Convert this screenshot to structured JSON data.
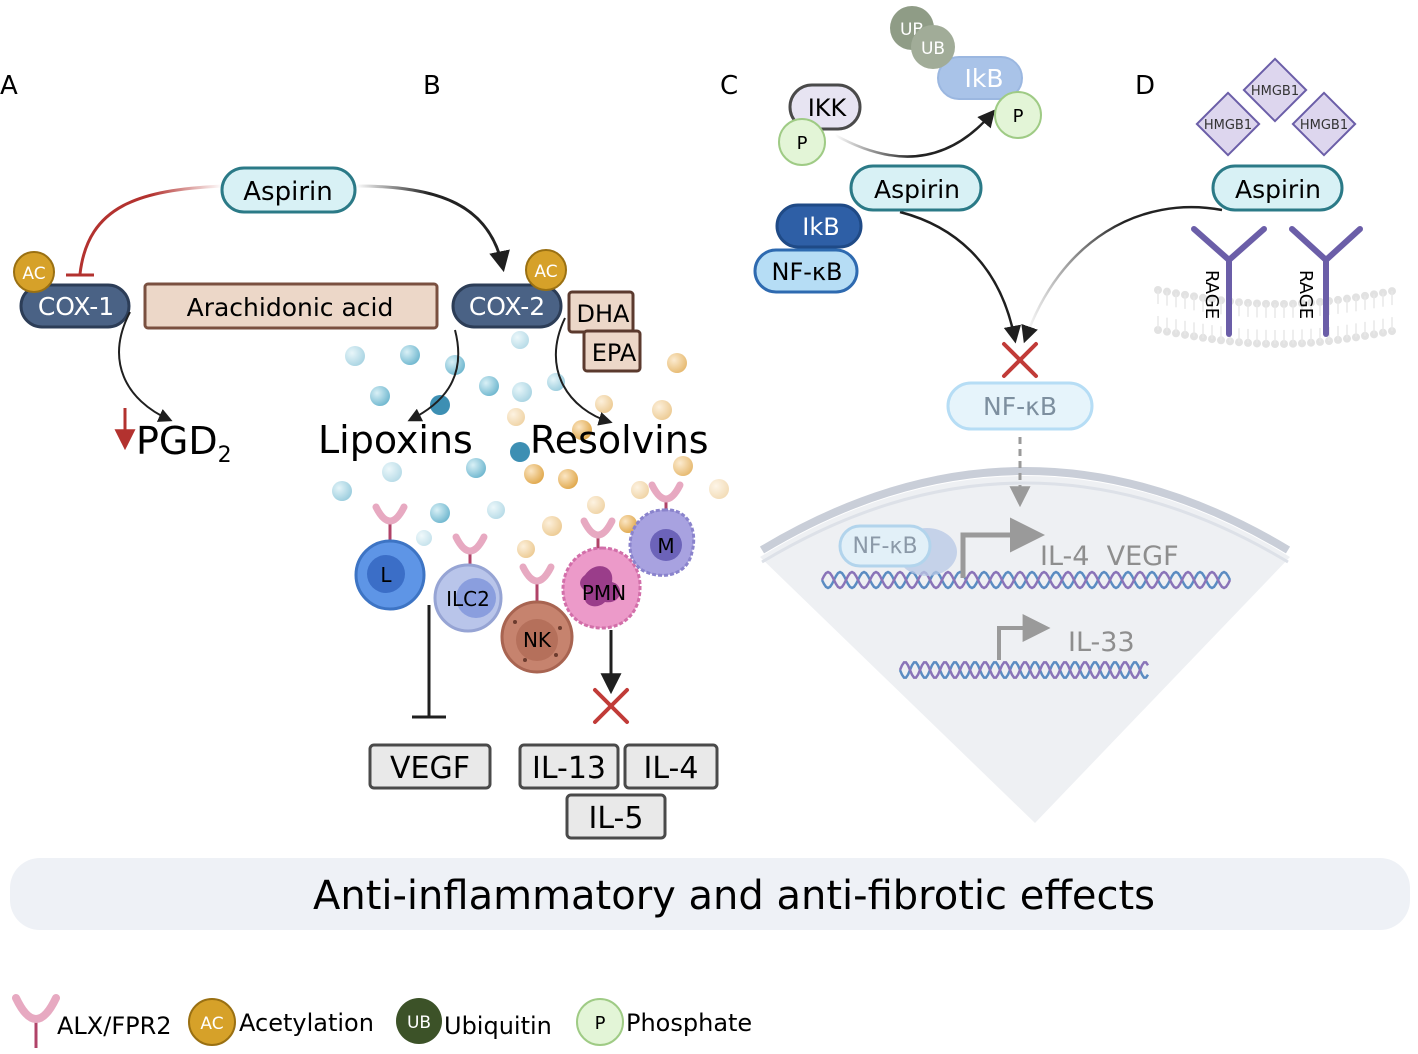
{
  "panels": {
    "a": "A",
    "b": "B",
    "c": "C",
    "d": "D"
  },
  "aspirin": "Aspirin",
  "cox1": "COX-1",
  "cox2": "COX-2",
  "ac": "AC",
  "arachidonic_acid": "Arachidonic acid",
  "dha": "DHA",
  "epa": "EPA",
  "pgd_main": "PGD",
  "pgd_sub": "2",
  "lipoxins": "Lipoxins",
  "resolvins": "Resolvins",
  "cells": {
    "l": "L",
    "ilc2": "ILC2",
    "nk": "NK",
    "pmn": "PMN",
    "m": "M"
  },
  "cytokines_b": {
    "vegf": "VEGF",
    "il13": "IL-13",
    "il4": "IL-4",
    "il5": "IL-5"
  },
  "ikk": "IKK",
  "p": "P",
  "ub": "UB",
  "ikb": "IkB",
  "nfkb": "NF-κB",
  "nfkb_nucleus": "NF-κB",
  "genes": {
    "il4_vegf": "IL-4  VEGF",
    "il33": "IL-33"
  },
  "hmgb1": "HMGB1",
  "rage": "RAGE",
  "banner": "Anti-inflammatory and anti-fibrotic effects",
  "legend": {
    "alx": "ALX/FPR2",
    "acetylation": "Acetylation",
    "ub_badge": "UB",
    "ubiquitin": "Ubiquitin",
    "p_badge": "P",
    "phosphate": "Phosphate"
  },
  "colors": {
    "aspirin_fill": "#d8f1f5",
    "aspirin_stroke": "#2b7a87",
    "cox_fill": "#4a6285",
    "ac_fill": "#d6a129",
    "acid_fill": "#ecd7c8",
    "acid_stroke": "#7a5040",
    "inhibit_red": "#b3322f",
    "ikb_dark": "#2e5fa6",
    "nfkb_light": "#b6ddf5",
    "ub_gray": "#8f9c86",
    "p_green": "#e3f5d7",
    "hmgb1_fill": "#ddd6ee",
    "rage_purple": "#6b5ea8",
    "banner_bg": "#eef1f6"
  }
}
